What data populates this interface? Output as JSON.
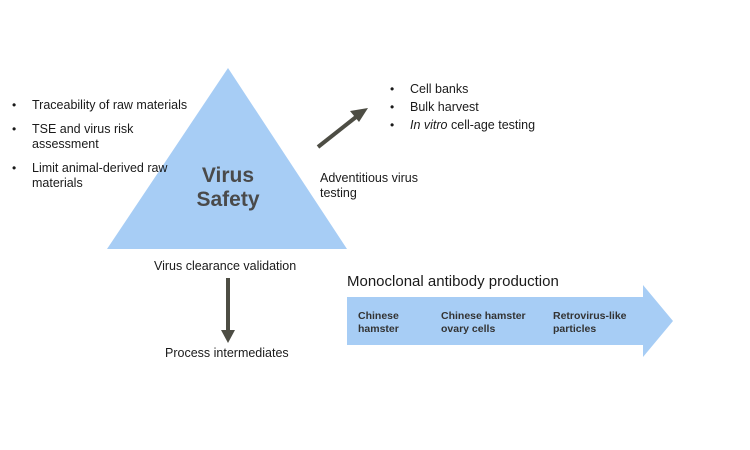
{
  "colors": {
    "triangle_fill": "#a7cdf5",
    "arrow_fill": "#a7cdf5",
    "connector_arrow": "#4d4d44",
    "center_text": "#4a4a4a"
  },
  "triangle": {
    "title_line1": "Virus",
    "title_line2": "Safety"
  },
  "left_list": [
    "Traceability of raw materials",
    "TSE and virus risk assessment",
    "Limit animal-derived raw materials"
  ],
  "right_list": {
    "item0": "Cell banks",
    "item1": "Bulk harvest",
    "item2_italic": "In vitro",
    "item2_rest": " cell-age testing"
  },
  "labels": {
    "adventitious": "Adventitious virus testing",
    "clearance": "Virus clearance validation",
    "intermediates": "Process intermediates"
  },
  "production": {
    "title": "Monoclonal antibody production",
    "stages": [
      "Chinese hamster",
      "Chinese hamster ovary cells",
      "Retrovirus-like particles"
    ]
  }
}
